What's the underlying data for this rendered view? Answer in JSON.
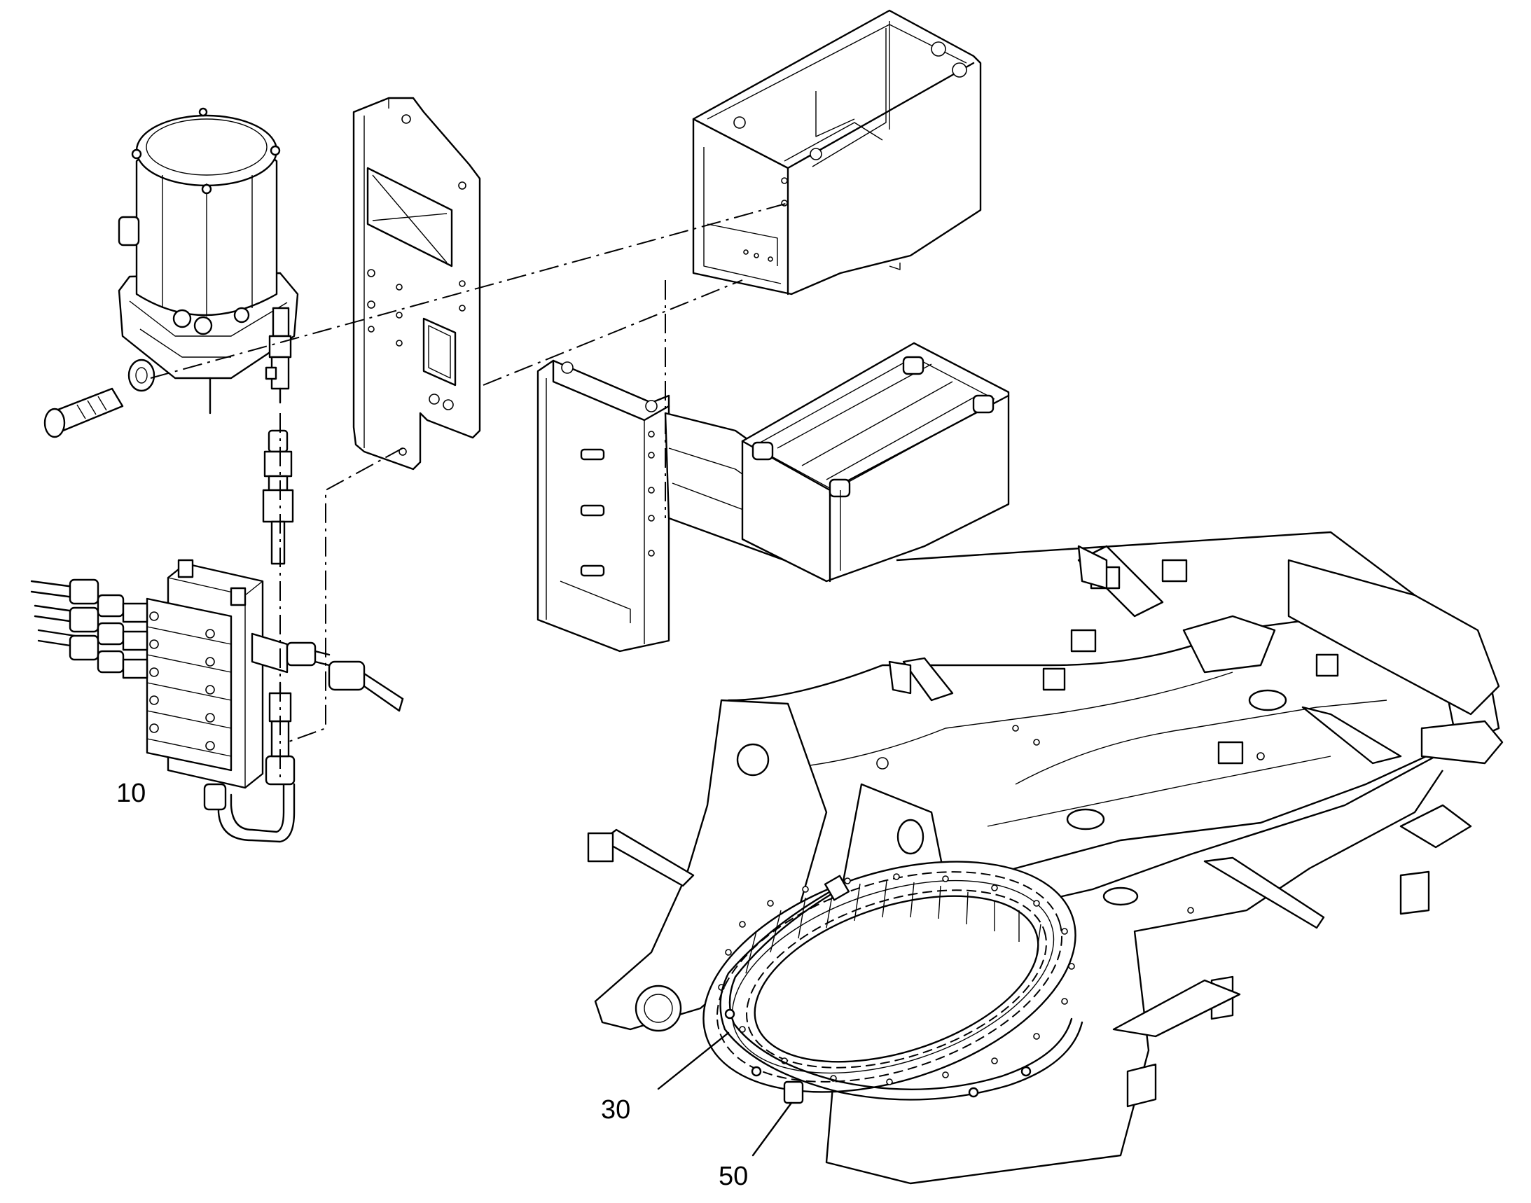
{
  "callouts": [
    {
      "id": "lubrication-distributor",
      "label": "10"
    },
    {
      "id": "slewing-ring-line",
      "label": "30"
    },
    {
      "id": "slewing-ring-clamp",
      "label": "50"
    }
  ],
  "colors": {
    "line": "#000000",
    "background": "#ffffff"
  }
}
